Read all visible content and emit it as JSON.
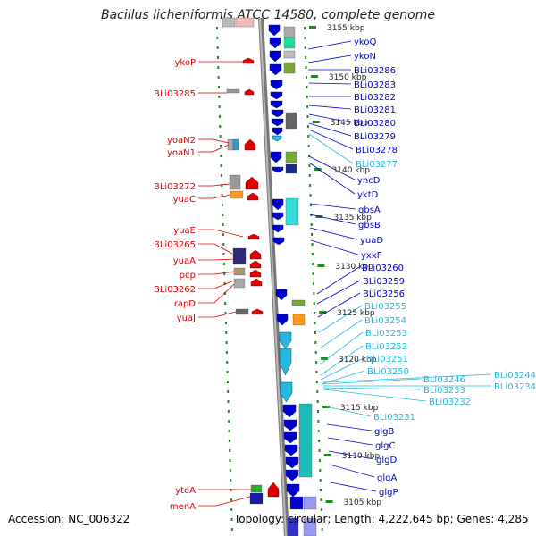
{
  "title": "Bacillus licheniformis ATCC 14580, complete genome",
  "footer": {
    "accession": "Accession: NC_006322",
    "topology": "Topology: circular; Length: 4,222,645 bp; Genes: 4,285"
  },
  "colors": {
    "minus_strand": "#e00000",
    "plus_strand": "#0000cc",
    "plus_strand_light": "#22bbdd",
    "backbone": "#888888",
    "ticks": "#228822"
  },
  "ruler": [
    {
      "label": "3155 kbp"
    },
    {
      "label": "3150 kbp"
    },
    {
      "label": "3145 kbp"
    },
    {
      "label": "3140 kbp"
    },
    {
      "label": "3135 kbp"
    },
    {
      "label": "3130 kbp"
    },
    {
      "label": "3125 kbp"
    },
    {
      "label": "3120 kbp"
    },
    {
      "label": "3115 kbp"
    },
    {
      "label": "3110 kbp"
    },
    {
      "label": "3105 kbp"
    }
  ],
  "left_genes": [
    "ykoP",
    "BLi03285",
    "yoaN2",
    "yoaN1",
    "BLi03272",
    "yuaC",
    "yuaE",
    "BLi03265",
    "yuaA",
    "pcp",
    "BLi03262",
    "rapD",
    "yuaJ",
    "yteA",
    "menA"
  ],
  "right_genes": [
    {
      "name": "ykoQ",
      "light": false
    },
    {
      "name": "ykoN",
      "light": false
    },
    {
      "name": "BLi03286",
      "light": false
    },
    {
      "name": "BLi03283",
      "light": false
    },
    {
      "name": "BLi03282",
      "light": false
    },
    {
      "name": "BLi03281",
      "light": false
    },
    {
      "name": "BLi03280",
      "light": false
    },
    {
      "name": "BLi03279",
      "light": false
    },
    {
      "name": "BLi03278",
      "light": false
    },
    {
      "name": "BLi03277",
      "light": true
    },
    {
      "name": "yncD",
      "light": false
    },
    {
      "name": "yktD",
      "light": false
    },
    {
      "name": "gbsA",
      "light": false
    },
    {
      "name": "gbsB",
      "light": false
    },
    {
      "name": "yuaD",
      "light": false
    },
    {
      "name": "yxxF",
      "light": false
    },
    {
      "name": "BLi03260",
      "light": false
    },
    {
      "name": "BLi03259",
      "light": false
    },
    {
      "name": "BLi03256",
      "light": false
    },
    {
      "name": "BLi03255",
      "light": true
    },
    {
      "name": "BLi03254",
      "light": true
    },
    {
      "name": "BLi03253",
      "light": true
    },
    {
      "name": "BLi03252",
      "light": true
    },
    {
      "name": "BLi03251",
      "light": true
    },
    {
      "name": "BLi03250",
      "light": true
    },
    {
      "name": "BLi03231",
      "light": true
    },
    {
      "name": "glgB",
      "light": false
    },
    {
      "name": "glgC",
      "light": false
    },
    {
      "name": "glgD",
      "light": false
    },
    {
      "name": "glgA",
      "light": false
    },
    {
      "name": "glgP",
      "light": false
    }
  ],
  "far_right_genes": [
    {
      "name": "BLi03244"
    },
    {
      "name": "BLi03246"
    },
    {
      "name": "BLi03234"
    },
    {
      "name": "BLi03233"
    },
    {
      "name": "BLi03232"
    }
  ]
}
